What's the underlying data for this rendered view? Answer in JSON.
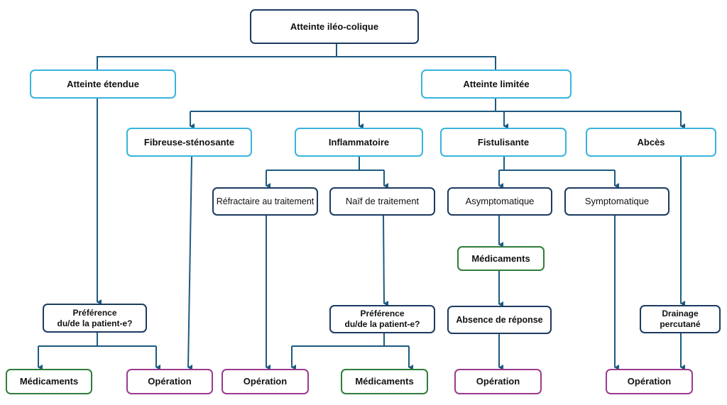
{
  "nodes": {
    "root": "Atteinte iléo-colique",
    "etendue": "Atteinte étendue",
    "limitee": "Atteinte limitée",
    "fibreuse": "Fibreuse-sténosante",
    "inflammatoire": "Inflammatoire",
    "fistulisante": "Fistulisante",
    "abces": "Abcès",
    "refractaire": "Réfractaire au traitement",
    "naif": "Naïf de traitement",
    "asymptomatique": "Asymptomatique",
    "symptomatique": "Symptomatique",
    "medicaments_mid": "Médicaments",
    "preference_left_l1": "Préférence",
    "preference_left_l2": "du/de la patient-e?",
    "preference_mid_l1": "Préférence",
    "preference_mid_l2": "du/de la patient-e?",
    "absence": "Absence de réponse",
    "drainage_l1": "Drainage",
    "drainage_l2": "percutané",
    "leaf_medicaments_1": "Médicaments",
    "leaf_operation_1": "Opération",
    "leaf_operation_2": "Opération",
    "leaf_medicaments_2": "Médicaments",
    "leaf_operation_3": "Opération",
    "leaf_operation_4": "Opération"
  },
  "colors": {
    "edge": "#1d5a80",
    "navy_border": "#1d3a5f",
    "cyan_border": "#39b4dd",
    "green_border": "#2f7d3a",
    "purple_border": "#9c3a8e"
  }
}
